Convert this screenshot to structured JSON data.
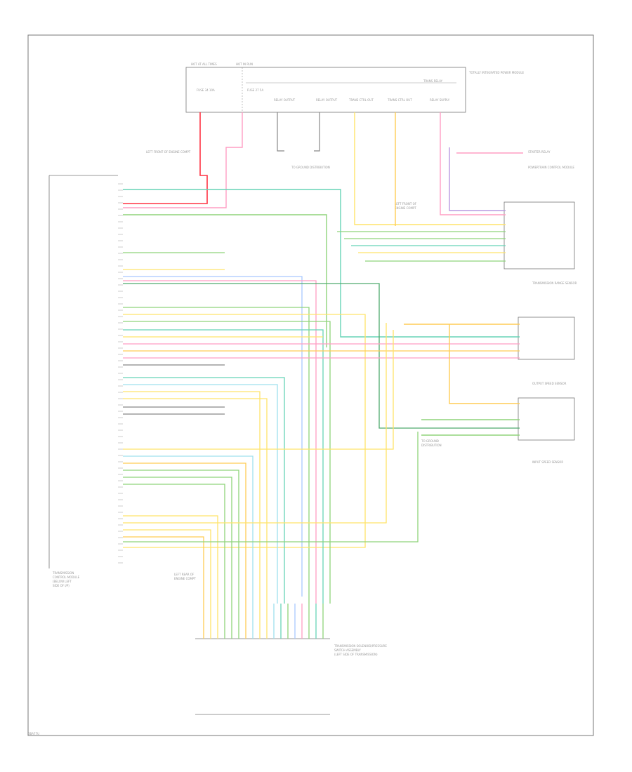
{
  "footer": {
    "code": "3BA77U"
  },
  "colors": {
    "red": "#ff3344",
    "pink": "#ff9ec4",
    "yellow": "#ffe36a",
    "orange": "#ffcc55",
    "green": "#8fd47a",
    "teal": "#66d4b6",
    "cyan": "#9fe0ee",
    "lightblue": "#a9c8ff",
    "purple": "#b89ae0",
    "gray": "#888888",
    "dkgreen": "#4faa6e",
    "outline": "#555555"
  },
  "top_box": {
    "fuse_labels": [
      "HOT AT ALL TIMES",
      "HOT IN RUN"
    ],
    "fuse_ids": [
      "FUSE 34 10A",
      "FUSE 27 5A"
    ],
    "unit_label": "TOTALLY INTEGRATED POWER MODULE",
    "relay_label": "TRANS RELAY",
    "sub_labels": [
      "RELAY OUTPUT",
      "RELAY OUTPUT",
      "TRANS CTRL OUT",
      "TRANS CTRL OUT",
      "RELAY SUPPLY"
    ]
  },
  "ground_labels": [
    "TO GROUND DISTRIBUTION",
    "LEFT FRONT OF ENGINE COMPT"
  ],
  "right_units": [
    {
      "lines": [
        "STARTER RELAY"
      ]
    },
    {
      "lines": [
        "POWERTRAIN CONTROL MODULE"
      ]
    },
    {
      "lines": [
        "TRANSMISSION RANGE SENSOR"
      ]
    },
    {
      "lines": [
        "OUTPUT SPEED SENSOR"
      ]
    },
    {
      "lines": [
        "INPUT SPEED SENSOR"
      ]
    }
  ],
  "pcm_connector": {
    "title_lines": [
      "TRANSMISSION",
      "CONTROL MODULE",
      "(BELOW LEFT",
      "SIDE OF I/P)"
    ]
  },
  "bottom_connector": {
    "title_lines": [
      "TRANSMISSION SOLENOID/PRESSURE",
      "SWITCH ASSEMBLY",
      "(LEFT SIDE OF TRANSMISSION)"
    ],
    "head_label": [
      "LEFT REAR OF",
      "ENGINE COMPT"
    ]
  },
  "mid_labels": {
    "trs_note": [
      "LEFT FRONT OF",
      "ENGINE COMPT"
    ],
    "ground_note": [
      "TO GROUND",
      "DISTRIBUTION"
    ]
  }
}
